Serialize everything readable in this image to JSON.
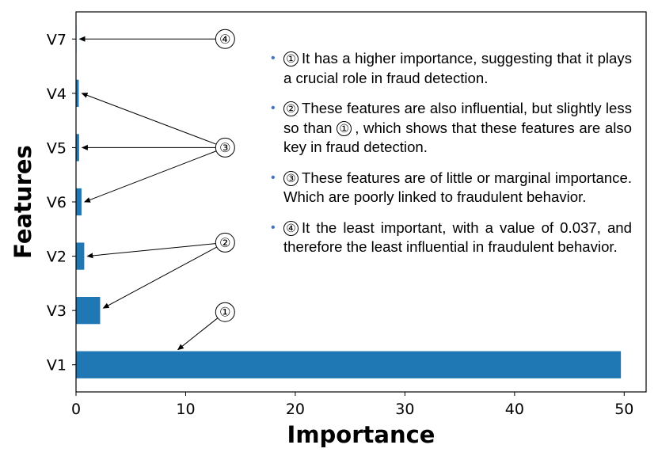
{
  "chart_data": {
    "type": "bar",
    "orientation": "horizontal",
    "categories": [
      "V1",
      "V3",
      "V2",
      "V6",
      "V5",
      "V4",
      "V7"
    ],
    "values": [
      49.7,
      2.2,
      0.75,
      0.5,
      0.28,
      0.25,
      0.037
    ],
    "xlabel": "Importance",
    "ylabel": "Features",
    "xlim": [
      0,
      52
    ],
    "x_ticks": [
      0,
      10,
      20,
      30,
      40,
      50
    ],
    "bar_color": "#1f77b4",
    "grid": false,
    "annotations": [
      {
        "marker": "①",
        "label_value": 13.6,
        "label_category": "V1",
        "targets": [
          "V1"
        ]
      },
      {
        "marker": "②",
        "label_value": 13.6,
        "label_category": "V2",
        "targets": [
          "V2",
          "V3"
        ]
      },
      {
        "marker": "③",
        "label_value": 13.6,
        "label_category": "V5",
        "targets": [
          "V4",
          "V5",
          "V6"
        ]
      },
      {
        "marker": "④",
        "label_value": 13.6,
        "label_category": "V7",
        "targets": [
          "V7"
        ]
      }
    ]
  },
  "notes": [
    {
      "marker": "①",
      "text": "It has a higher importance, suggesting that it plays a crucial role in fraud detection."
    },
    {
      "marker": "②",
      "text_before": "These features are also influential, but slightly less so than",
      "inline_marker": "①",
      "text_after": ", which shows that these features are also key in fraud detection."
    },
    {
      "marker": "③",
      "text": "These features are of little or marginal importance. Which are poorly linked to fraudulent behavior."
    },
    {
      "marker": "④",
      "text": "It the least important, with a value of 0.037, and therefore the least influential in fraudulent behavior."
    }
  ],
  "bullet_symbol": "•"
}
